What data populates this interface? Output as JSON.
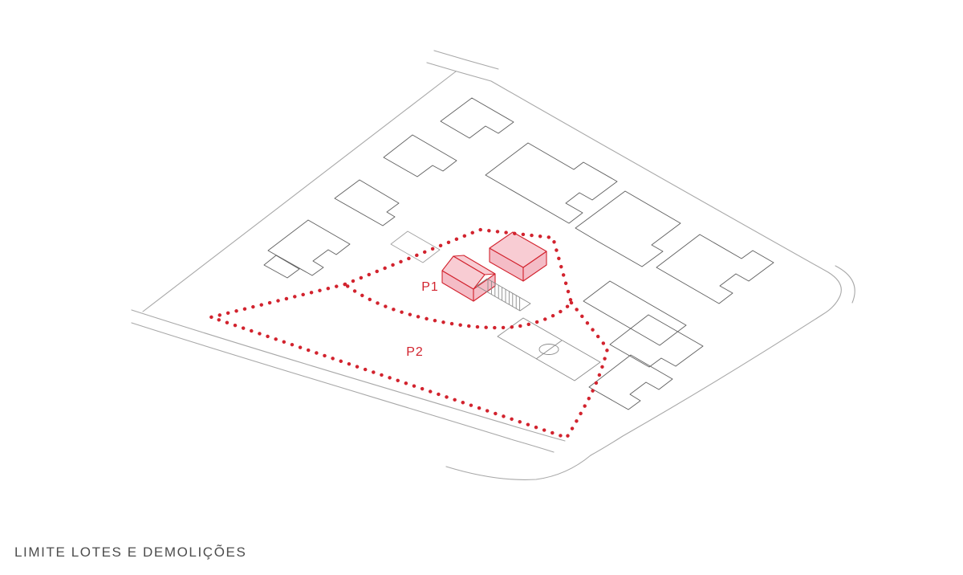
{
  "diagram": {
    "caption": "LIMITE LOTES E DEMOLIÇÕES",
    "labels": {
      "p1": "P1",
      "p2": "P2"
    },
    "colors": {
      "accent_red": "#d2232e",
      "demolition_pink": "#f8ccd3",
      "demolition_pink_dark": "#f4bcc6",
      "building_line": "#5f5f5f",
      "street_line": "#a8a8a8",
      "caption_text": "#4d4d4d"
    }
  }
}
